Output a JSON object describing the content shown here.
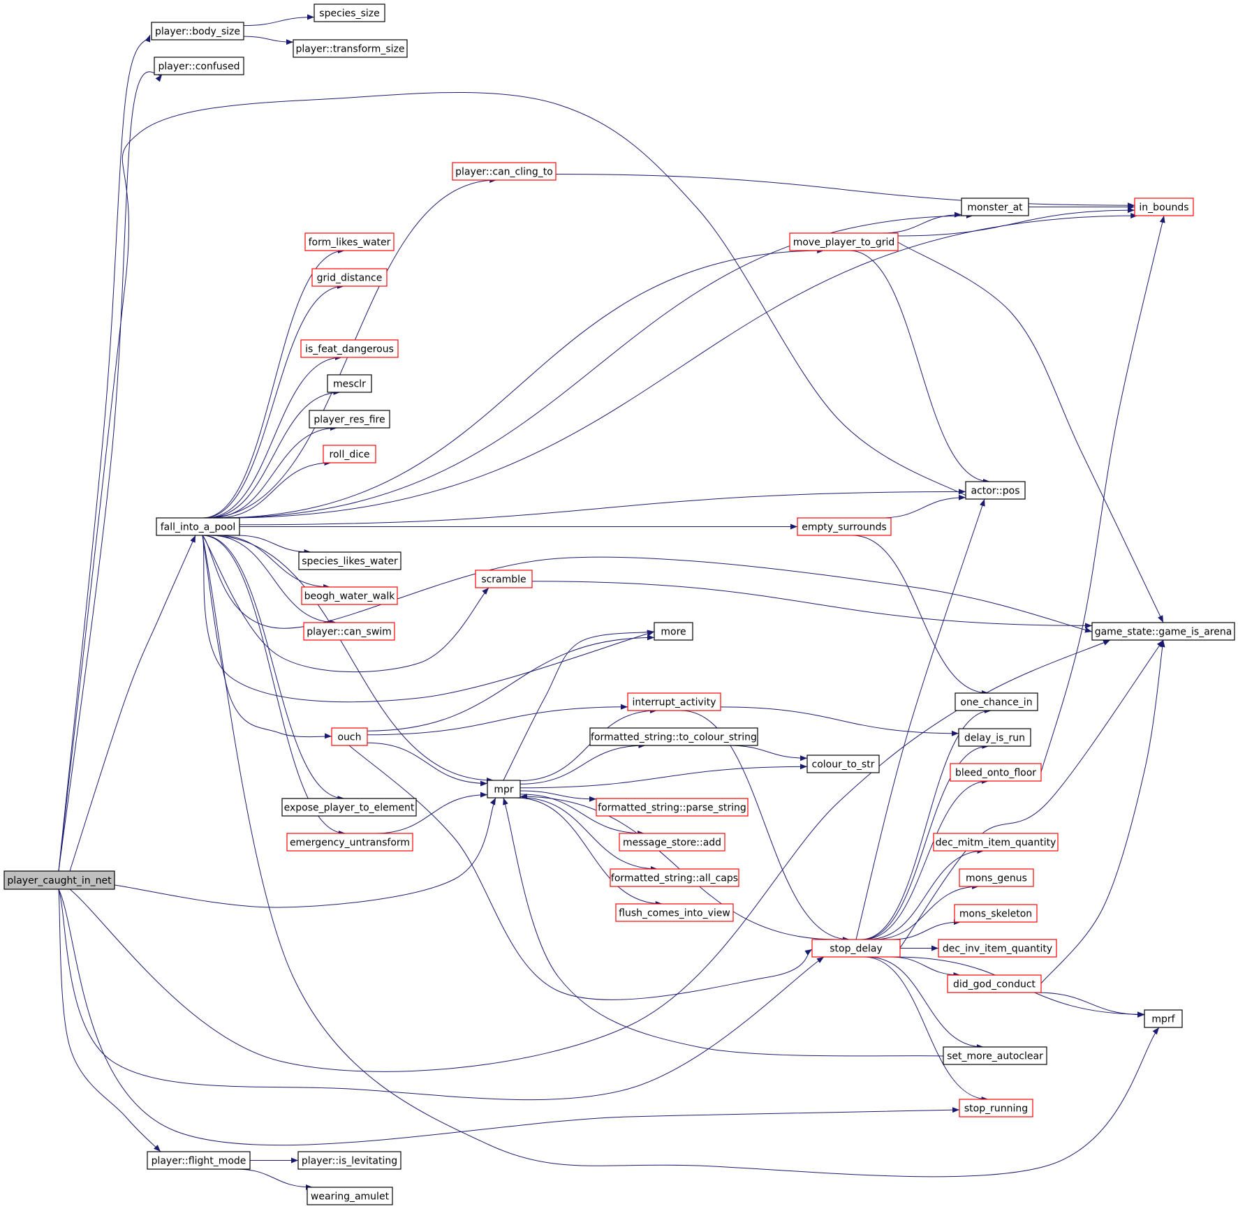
{
  "colors": {
    "edge": "#191970",
    "complete_border": "#000000",
    "truncated_border": "#ff0000",
    "root_fill": "#bfbfbf",
    "node_fill": "#ffffff"
  },
  "graph": {
    "root": "player_caught_in_net",
    "nodes": [
      {
        "id": "player_caught_in_net",
        "label": "player_caught_in_net",
        "style": "root"
      },
      {
        "id": "body_size",
        "label": "player::body_size",
        "style": "complete"
      },
      {
        "id": "species_size",
        "label": "species_size",
        "style": "complete"
      },
      {
        "id": "transform_size",
        "label": "player::transform_size",
        "style": "complete"
      },
      {
        "id": "confused",
        "label": "player::confused",
        "style": "complete"
      },
      {
        "id": "can_cling_to",
        "label": "player::can_cling_to",
        "style": "truncated"
      },
      {
        "id": "in_bounds",
        "label": "in_bounds",
        "style": "truncated"
      },
      {
        "id": "monster_at",
        "label": "monster_at",
        "style": "complete"
      },
      {
        "id": "form_likes_water",
        "label": "form_likes_water",
        "style": "truncated"
      },
      {
        "id": "move_player_to_grid",
        "label": "move_player_to_grid",
        "style": "truncated"
      },
      {
        "id": "grid_distance",
        "label": "grid_distance",
        "style": "truncated"
      },
      {
        "id": "is_feat_dangerous",
        "label": "is_feat_dangerous",
        "style": "truncated"
      },
      {
        "id": "mesclr",
        "label": "mesclr",
        "style": "complete"
      },
      {
        "id": "player_res_fire",
        "label": "player_res_fire",
        "style": "complete"
      },
      {
        "id": "roll_dice",
        "label": "roll_dice",
        "style": "truncated"
      },
      {
        "id": "actor_pos",
        "label": "actor::pos",
        "style": "complete"
      },
      {
        "id": "fall_into_a_pool",
        "label": "fall_into_a_pool",
        "style": "complete"
      },
      {
        "id": "empty_surrounds",
        "label": "empty_surrounds",
        "style": "truncated"
      },
      {
        "id": "species_likes_water",
        "label": "species_likes_water",
        "style": "complete"
      },
      {
        "id": "scramble",
        "label": "scramble",
        "style": "truncated"
      },
      {
        "id": "beogh_water_walk",
        "label": "beogh_water_walk",
        "style": "truncated"
      },
      {
        "id": "can_swim",
        "label": "player::can_swim",
        "style": "truncated"
      },
      {
        "id": "more",
        "label": "more",
        "style": "complete"
      },
      {
        "id": "game_is_arena",
        "label": "game_state::game_is_arena",
        "style": "complete"
      },
      {
        "id": "interrupt_activity",
        "label": "interrupt_activity",
        "style": "truncated"
      },
      {
        "id": "one_chance_in",
        "label": "one_chance_in",
        "style": "complete"
      },
      {
        "id": "ouch",
        "label": "ouch",
        "style": "truncated"
      },
      {
        "id": "to_colour_string",
        "label": "formatted_string::to_colour_string",
        "style": "complete"
      },
      {
        "id": "delay_is_run",
        "label": "delay_is_run",
        "style": "complete"
      },
      {
        "id": "colour_to_str",
        "label": "colour_to_str",
        "style": "complete"
      },
      {
        "id": "bleed_onto_floor",
        "label": "bleed_onto_floor",
        "style": "truncated"
      },
      {
        "id": "mpr",
        "label": "mpr",
        "style": "complete"
      },
      {
        "id": "parse_string",
        "label": "formatted_string::parse_string",
        "style": "truncated"
      },
      {
        "id": "expose_player_to_element",
        "label": "expose_player_to_element",
        "style": "complete"
      },
      {
        "id": "dec_mitm_item_quantity",
        "label": "dec_mitm_item_quantity",
        "style": "truncated"
      },
      {
        "id": "emergency_untransform",
        "label": "emergency_untransform",
        "style": "truncated"
      },
      {
        "id": "message_store_add",
        "label": "message_store::add",
        "style": "truncated"
      },
      {
        "id": "all_caps",
        "label": "formatted_string::all_caps",
        "style": "truncated"
      },
      {
        "id": "mons_genus",
        "label": "mons_genus",
        "style": "truncated"
      },
      {
        "id": "flush_comes_into_view",
        "label": "flush_comes_into_view",
        "style": "truncated"
      },
      {
        "id": "mons_skeleton",
        "label": "mons_skeleton",
        "style": "truncated"
      },
      {
        "id": "stop_delay",
        "label": "stop_delay",
        "style": "truncated"
      },
      {
        "id": "dec_inv_item_quantity",
        "label": "dec_inv_item_quantity",
        "style": "truncated"
      },
      {
        "id": "did_god_conduct",
        "label": "did_god_conduct",
        "style": "truncated"
      },
      {
        "id": "mprf",
        "label": "mprf",
        "style": "complete"
      },
      {
        "id": "set_more_autoclear",
        "label": "set_more_autoclear",
        "style": "complete"
      },
      {
        "id": "stop_running",
        "label": "stop_running",
        "style": "truncated"
      },
      {
        "id": "flight_mode",
        "label": "player::flight_mode",
        "style": "complete"
      },
      {
        "id": "is_levitating",
        "label": "player::is_levitating",
        "style": "complete"
      },
      {
        "id": "wearing_amulet",
        "label": "wearing_amulet",
        "style": "complete"
      }
    ],
    "edges": [
      [
        "player_caught_in_net",
        "body_size"
      ],
      [
        "player_caught_in_net",
        "confused"
      ],
      [
        "player_caught_in_net",
        "fall_into_a_pool"
      ],
      [
        "player_caught_in_net",
        "mpr"
      ],
      [
        "player_caught_in_net",
        "game_is_arena"
      ],
      [
        "player_caught_in_net",
        "stop_delay"
      ],
      [
        "player_caught_in_net",
        "stop_running"
      ],
      [
        "player_caught_in_net",
        "flight_mode"
      ],
      [
        "player_caught_in_net",
        "actor_pos"
      ],
      [
        "body_size",
        "species_size"
      ],
      [
        "body_size",
        "transform_size"
      ],
      [
        "fall_into_a_pool",
        "can_cling_to"
      ],
      [
        "fall_into_a_pool",
        "in_bounds"
      ],
      [
        "fall_into_a_pool",
        "monster_at"
      ],
      [
        "fall_into_a_pool",
        "form_likes_water"
      ],
      [
        "fall_into_a_pool",
        "move_player_to_grid"
      ],
      [
        "fall_into_a_pool",
        "grid_distance"
      ],
      [
        "fall_into_a_pool",
        "is_feat_dangerous"
      ],
      [
        "fall_into_a_pool",
        "mesclr"
      ],
      [
        "fall_into_a_pool",
        "player_res_fire"
      ],
      [
        "fall_into_a_pool",
        "roll_dice"
      ],
      [
        "fall_into_a_pool",
        "actor_pos"
      ],
      [
        "fall_into_a_pool",
        "empty_surrounds"
      ],
      [
        "fall_into_a_pool",
        "species_likes_water"
      ],
      [
        "fall_into_a_pool",
        "beogh_water_walk"
      ],
      [
        "fall_into_a_pool",
        "can_swim"
      ],
      [
        "fall_into_a_pool",
        "scramble"
      ],
      [
        "fall_into_a_pool",
        "more"
      ],
      [
        "fall_into_a_pool",
        "game_is_arena"
      ],
      [
        "fall_into_a_pool",
        "ouch"
      ],
      [
        "fall_into_a_pool",
        "mpr"
      ],
      [
        "fall_into_a_pool",
        "expose_player_to_element"
      ],
      [
        "fall_into_a_pool",
        "emergency_untransform"
      ],
      [
        "fall_into_a_pool",
        "mprf"
      ],
      [
        "can_cling_to",
        "in_bounds"
      ],
      [
        "monster_at",
        "in_bounds"
      ],
      [
        "move_player_to_grid",
        "monster_at"
      ],
      [
        "move_player_to_grid",
        "in_bounds"
      ],
      [
        "move_player_to_grid",
        "actor_pos"
      ],
      [
        "move_player_to_grid",
        "game_is_arena"
      ],
      [
        "empty_surrounds",
        "actor_pos"
      ],
      [
        "empty_surrounds",
        "one_chance_in"
      ],
      [
        "scramble",
        "game_is_arena"
      ],
      [
        "ouch",
        "more"
      ],
      [
        "ouch",
        "interrupt_activity"
      ],
      [
        "ouch",
        "mpr"
      ],
      [
        "ouch",
        "stop_delay"
      ],
      [
        "interrupt_activity",
        "delay_is_run"
      ],
      [
        "interrupt_activity",
        "stop_delay"
      ],
      [
        "emergency_untransform",
        "mpr"
      ],
      [
        "mpr",
        "more"
      ],
      [
        "mpr",
        "interrupt_activity"
      ],
      [
        "mpr",
        "to_colour_string"
      ],
      [
        "mpr",
        "colour_to_str"
      ],
      [
        "mpr",
        "parse_string"
      ],
      [
        "mpr",
        "message_store_add"
      ],
      [
        "mpr",
        "all_caps"
      ],
      [
        "mpr",
        "flush_comes_into_view"
      ],
      [
        "to_colour_string",
        "colour_to_str"
      ],
      [
        "stop_delay",
        "actor_pos"
      ],
      [
        "stop_delay",
        "one_chance_in"
      ],
      [
        "stop_delay",
        "delay_is_run"
      ],
      [
        "stop_delay",
        "bleed_onto_floor"
      ],
      [
        "stop_delay",
        "dec_mitm_item_quantity"
      ],
      [
        "stop_delay",
        "mons_genus"
      ],
      [
        "stop_delay",
        "mons_skeleton"
      ],
      [
        "stop_delay",
        "dec_inv_item_quantity"
      ],
      [
        "stop_delay",
        "did_god_conduct"
      ],
      [
        "stop_delay",
        "mprf"
      ],
      [
        "stop_delay",
        "set_more_autoclear"
      ],
      [
        "stop_delay",
        "stop_running"
      ],
      [
        "stop_delay",
        "game_is_arena"
      ],
      [
        "stop_delay",
        "mpr"
      ],
      [
        "bleed_onto_floor",
        "in_bounds"
      ],
      [
        "did_god_conduct",
        "mprf"
      ],
      [
        "did_god_conduct",
        "game_is_arena"
      ],
      [
        "set_more_autoclear",
        "mpr"
      ],
      [
        "flight_mode",
        "is_levitating"
      ],
      [
        "flight_mode",
        "wearing_amulet"
      ]
    ]
  }
}
